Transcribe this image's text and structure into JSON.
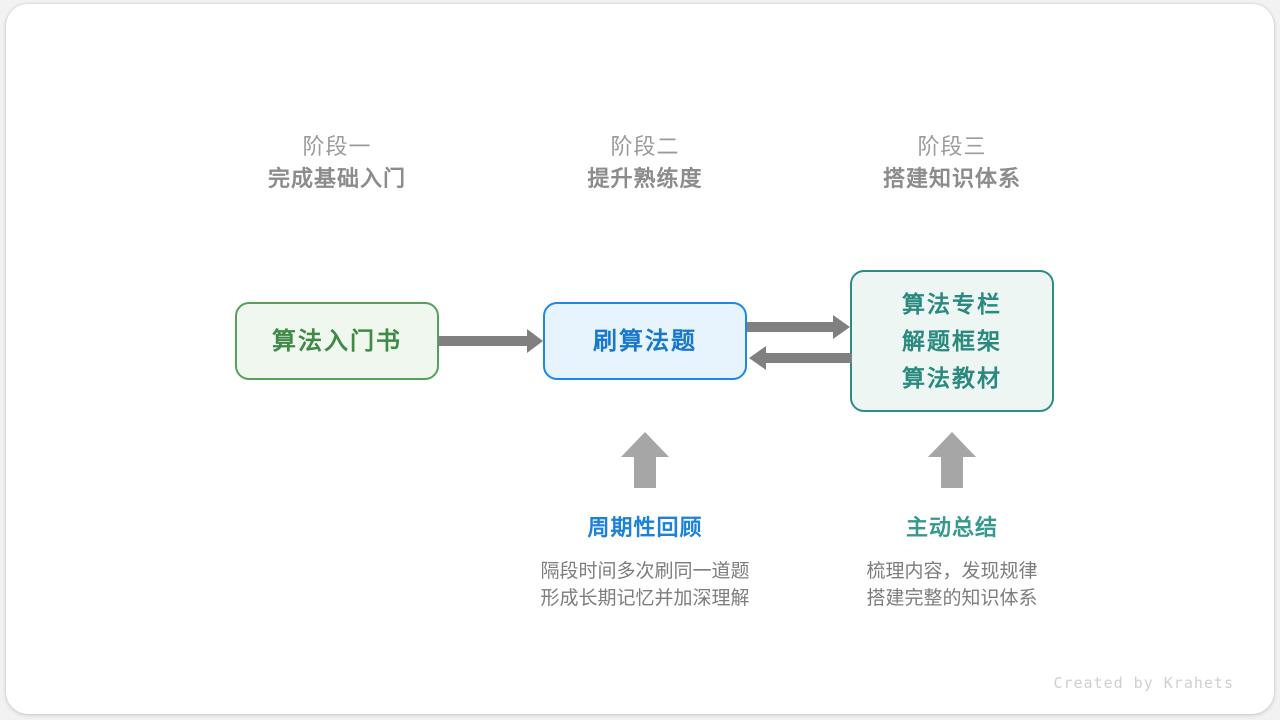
{
  "stages": [
    {
      "phase": "阶段一",
      "title": "完成基础入门"
    },
    {
      "phase": "阶段二",
      "title": "提升熟练度"
    },
    {
      "phase": "阶段三",
      "title": "搭建知识体系"
    }
  ],
  "nodes": {
    "book": {
      "lines": [
        "算法入门书"
      ],
      "border_color": "#57a05a",
      "fill_color": "#f0f7ef",
      "text_color": "#3f8a46"
    },
    "practice": {
      "lines": [
        "刷算法题"
      ],
      "border_color": "#1e88e5",
      "fill_color": "#e7f3fd",
      "text_color": "#1878cd"
    },
    "system": {
      "lines": [
        "算法专栏",
        "解题框架",
        "算法教材"
      ],
      "border_color": "#2e8b83",
      "fill_color": "#eef6f4",
      "text_color": "#2b8a7f"
    }
  },
  "notes": [
    {
      "title": "周期性回顾",
      "title_color": "#1b82d8",
      "body_lines": [
        "隔段时间多次刷同一道题",
        "形成长期记忆并加深理解"
      ]
    },
    {
      "title": "主动总结",
      "title_color": "#35998d",
      "body_lines": [
        "梳理内容，发现规律",
        "搭建完整的知识体系"
      ]
    }
  ],
  "arrows": {
    "color": "#808080",
    "book_to_practice": "arrow-right",
    "practice_to_system": "arrow-right",
    "system_to_practice": "arrow-left",
    "review_up": "arrow-up",
    "summary_up": "arrow-up"
  },
  "watermark": "Created by Krahets"
}
